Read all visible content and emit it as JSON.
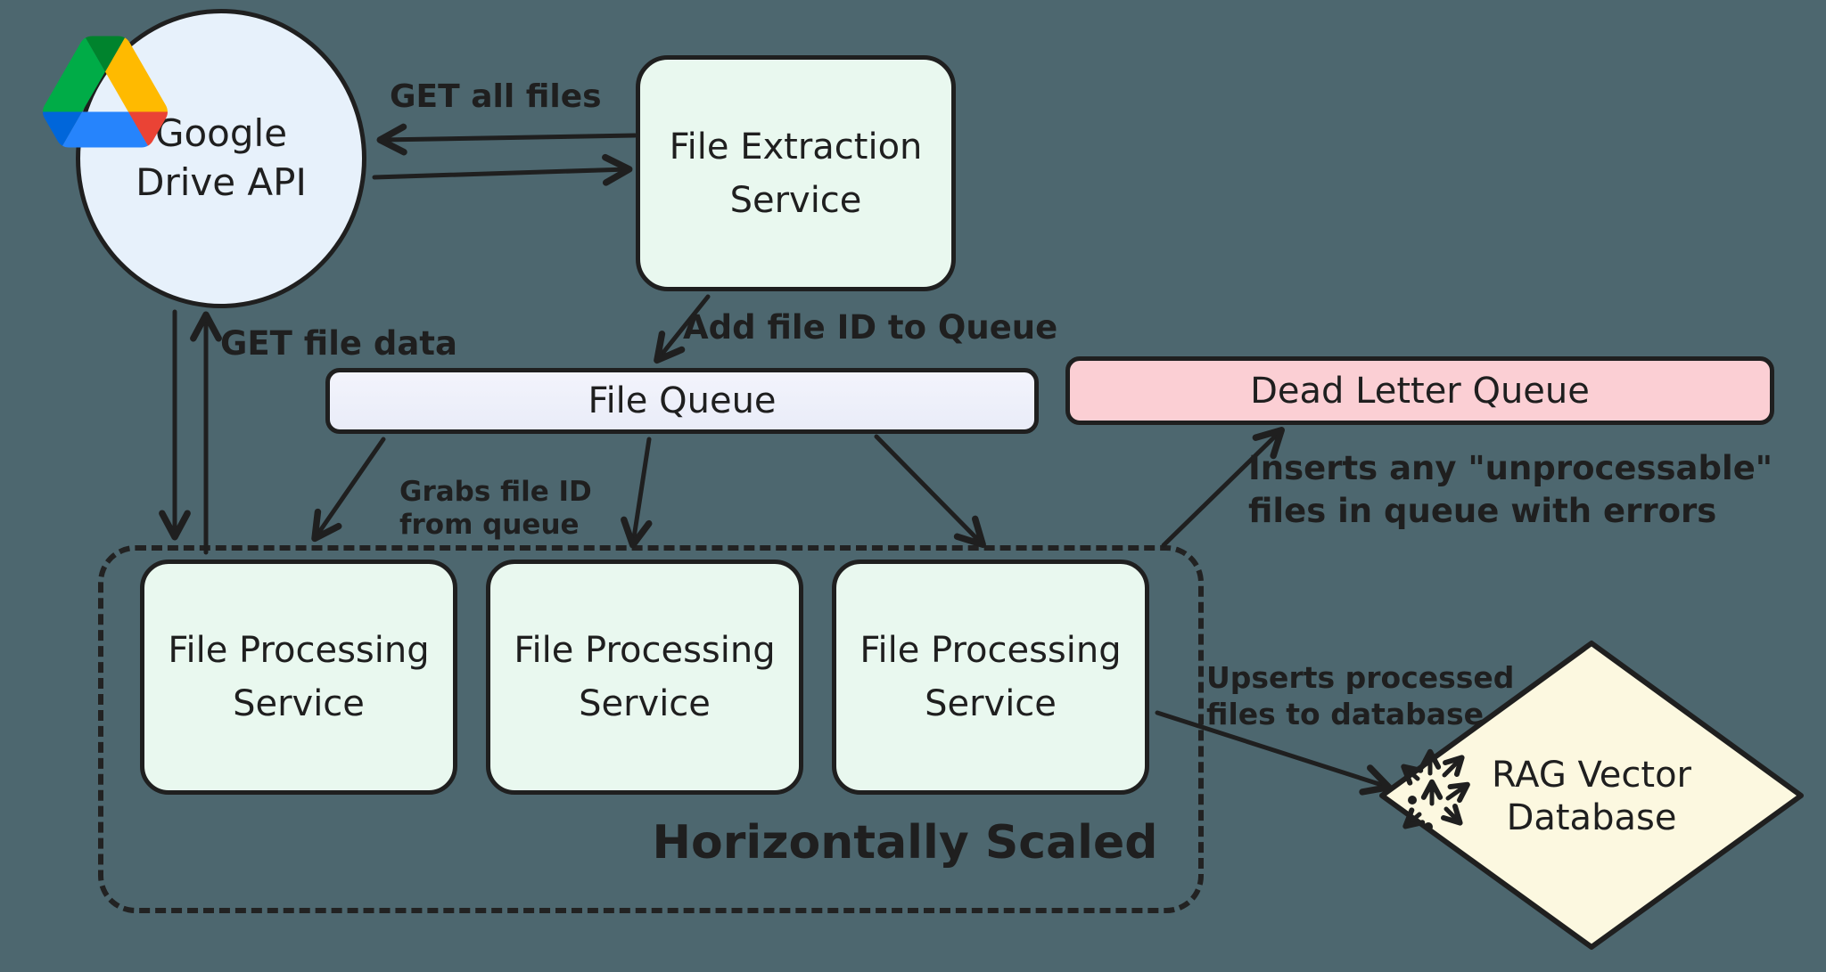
{
  "diagram": {
    "background_color": "#4d676f",
    "ink_color": "#1f1f1f",
    "nodes": {
      "google_drive_api": {
        "line1": "Google",
        "line2": "Drive API",
        "fill": "#e7f1fb",
        "shape": "circle",
        "icon": "google-drive-logo"
      },
      "file_extraction_service": {
        "line1": "File Extraction",
        "line2": "Service",
        "fill": "#e9f8ef",
        "shape": "rounded-rectangle"
      },
      "file_queue": {
        "label": "File Queue",
        "fill": "#edeffa",
        "shape": "bar"
      },
      "dead_letter_queue": {
        "label": "Dead Letter Queue",
        "fill": "#fbcfd4",
        "shape": "bar"
      },
      "file_processing_services": [
        {
          "line1": "File Processing",
          "line2": "Service",
          "fill": "#e9f8ef"
        },
        {
          "line1": "File Processing",
          "line2": "Service",
          "fill": "#e9f8ef"
        },
        {
          "line1": "File Processing",
          "line2": "Service",
          "fill": "#e9f8ef"
        }
      ],
      "horizontally_scaled_group": {
        "label": "Horizontally Scaled",
        "border_style": "dashed"
      },
      "rag_vector_database": {
        "line1": "RAG Vector",
        "line2": "Database",
        "fill": "#fcf8e0",
        "shape": "diamond",
        "icon": "vector-scatter-icon"
      }
    },
    "edge_labels": {
      "get_all_files": "GET all files",
      "get_file_data": "GET file data",
      "add_file_id_to_queue": "Add file ID to Queue",
      "grabs_file_id_line1": "Grabs file ID",
      "grabs_file_id_line2": "from queue",
      "inserts_line1": "Inserts any \"unprocessable\"",
      "inserts_line2": "files in queue with errors",
      "upserts_line1": "Upserts processed",
      "upserts_line2": "files to database"
    }
  }
}
